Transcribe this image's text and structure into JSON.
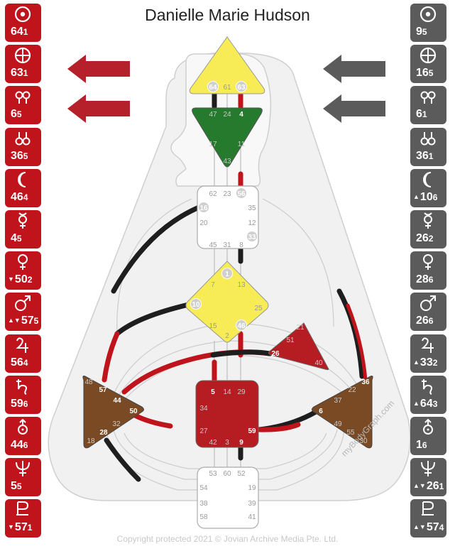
{
  "title": "Danielle Marie Hudson",
  "copyright": "Copyright protected 2021 © Jovian Archive Media Pte. Ltd.",
  "watermark": "myBodyGraph.com",
  "colors": {
    "design_red": "#c0141d",
    "personality_grey": "#5b5b5b",
    "head_center": "#f7ec56",
    "ajna_center": "#267a2e",
    "g_center": "#f7ec56",
    "sacral_center": "#b51d22",
    "ego_center": "#b51d22",
    "root_center": "#ffffff",
    "throat_center": "#ffffff",
    "spleen_center": "#7a4a24",
    "solar_plexus_center": "#7a4a24"
  },
  "design": [
    {
      "planet": "sun",
      "icon": "sun-icon",
      "gate": "64",
      "line": "1",
      "arrow": ""
    },
    {
      "planet": "earth",
      "icon": "earth-icon",
      "gate": "63",
      "line": "1",
      "arrow": ""
    },
    {
      "planet": "north-node",
      "icon": "north-node-icon",
      "gate": "6",
      "line": "5",
      "arrow": ""
    },
    {
      "planet": "south-node",
      "icon": "south-node-icon",
      "gate": "36",
      "line": "5",
      "arrow": ""
    },
    {
      "planet": "moon",
      "icon": "moon-icon",
      "gate": "46",
      "line": "4",
      "arrow": ""
    },
    {
      "planet": "mercury",
      "icon": "mercury-icon",
      "gate": "4",
      "line": "5",
      "arrow": ""
    },
    {
      "planet": "venus",
      "icon": "venus-icon",
      "gate": "50",
      "line": "2",
      "arrow": "▼"
    },
    {
      "planet": "mars",
      "icon": "mars-icon",
      "gate": "57",
      "line": "5",
      "arrow": "▲▼"
    },
    {
      "planet": "jupiter",
      "icon": "jupiter-icon",
      "gate": "56",
      "line": "4",
      "arrow": ""
    },
    {
      "planet": "saturn",
      "icon": "saturn-icon",
      "gate": "59",
      "line": "6",
      "arrow": ""
    },
    {
      "planet": "uranus",
      "icon": "uranus-icon",
      "gate": "44",
      "line": "6",
      "arrow": ""
    },
    {
      "planet": "neptune",
      "icon": "neptune-icon",
      "gate": "5",
      "line": "5",
      "arrow": ""
    },
    {
      "planet": "pluto",
      "icon": "pluto-icon",
      "gate": "57",
      "line": "1",
      "arrow": "▼"
    }
  ],
  "personality": [
    {
      "planet": "sun",
      "icon": "sun-icon",
      "gate": "9",
      "line": "5",
      "arrow": ""
    },
    {
      "planet": "earth",
      "icon": "earth-icon",
      "gate": "16",
      "line": "5",
      "arrow": ""
    },
    {
      "planet": "north-node",
      "icon": "north-node-icon",
      "gate": "6",
      "line": "1",
      "arrow": ""
    },
    {
      "planet": "south-node",
      "icon": "south-node-icon",
      "gate": "36",
      "line": "1",
      "arrow": ""
    },
    {
      "planet": "moon",
      "icon": "moon-icon",
      "gate": "10",
      "line": "6",
      "arrow": "▲"
    },
    {
      "planet": "mercury",
      "icon": "mercury-icon",
      "gate": "26",
      "line": "2",
      "arrow": ""
    },
    {
      "planet": "venus",
      "icon": "venus-icon",
      "gate": "28",
      "line": "6",
      "arrow": ""
    },
    {
      "planet": "mars",
      "icon": "mars-icon",
      "gate": "26",
      "line": "6",
      "arrow": ""
    },
    {
      "planet": "jupiter",
      "icon": "jupiter-icon",
      "gate": "33",
      "line": "2",
      "arrow": "▲"
    },
    {
      "planet": "saturn",
      "icon": "saturn-icon",
      "gate": "64",
      "line": "3",
      "arrow": "▲"
    },
    {
      "planet": "uranus",
      "icon": "uranus-icon",
      "gate": "1",
      "line": "6",
      "arrow": ""
    },
    {
      "planet": "neptune",
      "icon": "neptune-icon",
      "gate": "26",
      "line": "1",
      "arrow": "▲▼"
    },
    {
      "planet": "pluto",
      "icon": "pluto-icon",
      "gate": "57",
      "line": "4",
      "arrow": "▲▼"
    }
  ],
  "centers": {
    "head": {
      "gates": [
        "64",
        "61",
        "63"
      ],
      "active": [
        "64",
        "63"
      ]
    },
    "ajna": {
      "gates": [
        "47",
        "24",
        "4",
        "17",
        "11",
        "43"
      ],
      "active": [
        "4"
      ]
    },
    "throat": {
      "gates": [
        "62",
        "23",
        "56",
        "16",
        "35",
        "20",
        "12",
        "45",
        "31",
        "8",
        "33"
      ],
      "active": [
        "56",
        "16",
        "33"
      ]
    },
    "g": {
      "gates": [
        "1",
        "7",
        "13",
        "10",
        "25",
        "15",
        "2",
        "46"
      ],
      "active": [
        "1",
        "10",
        "46"
      ]
    },
    "ego": {
      "gates": [
        "21",
        "51",
        "26",
        "40"
      ],
      "active": [
        "26"
      ]
    },
    "spleen": {
      "gates": [
        "48",
        "57",
        "44",
        "50",
        "32",
        "28",
        "18"
      ],
      "active": [
        "57",
        "44",
        "50",
        "28"
      ]
    },
    "sacral": {
      "gates": [
        "5",
        "14",
        "29",
        "34",
        "27",
        "59",
        "42",
        "3",
        "9"
      ],
      "active": [
        "5",
        "59",
        "9"
      ]
    },
    "solar_plexus": {
      "gates": [
        "36",
        "22",
        "37",
        "6",
        "49",
        "55",
        "30"
      ],
      "active": [
        "36",
        "6"
      ]
    },
    "root": {
      "gates": [
        "53",
        "60",
        "52",
        "54",
        "19",
        "38",
        "39",
        "58",
        "41"
      ],
      "active": []
    }
  }
}
